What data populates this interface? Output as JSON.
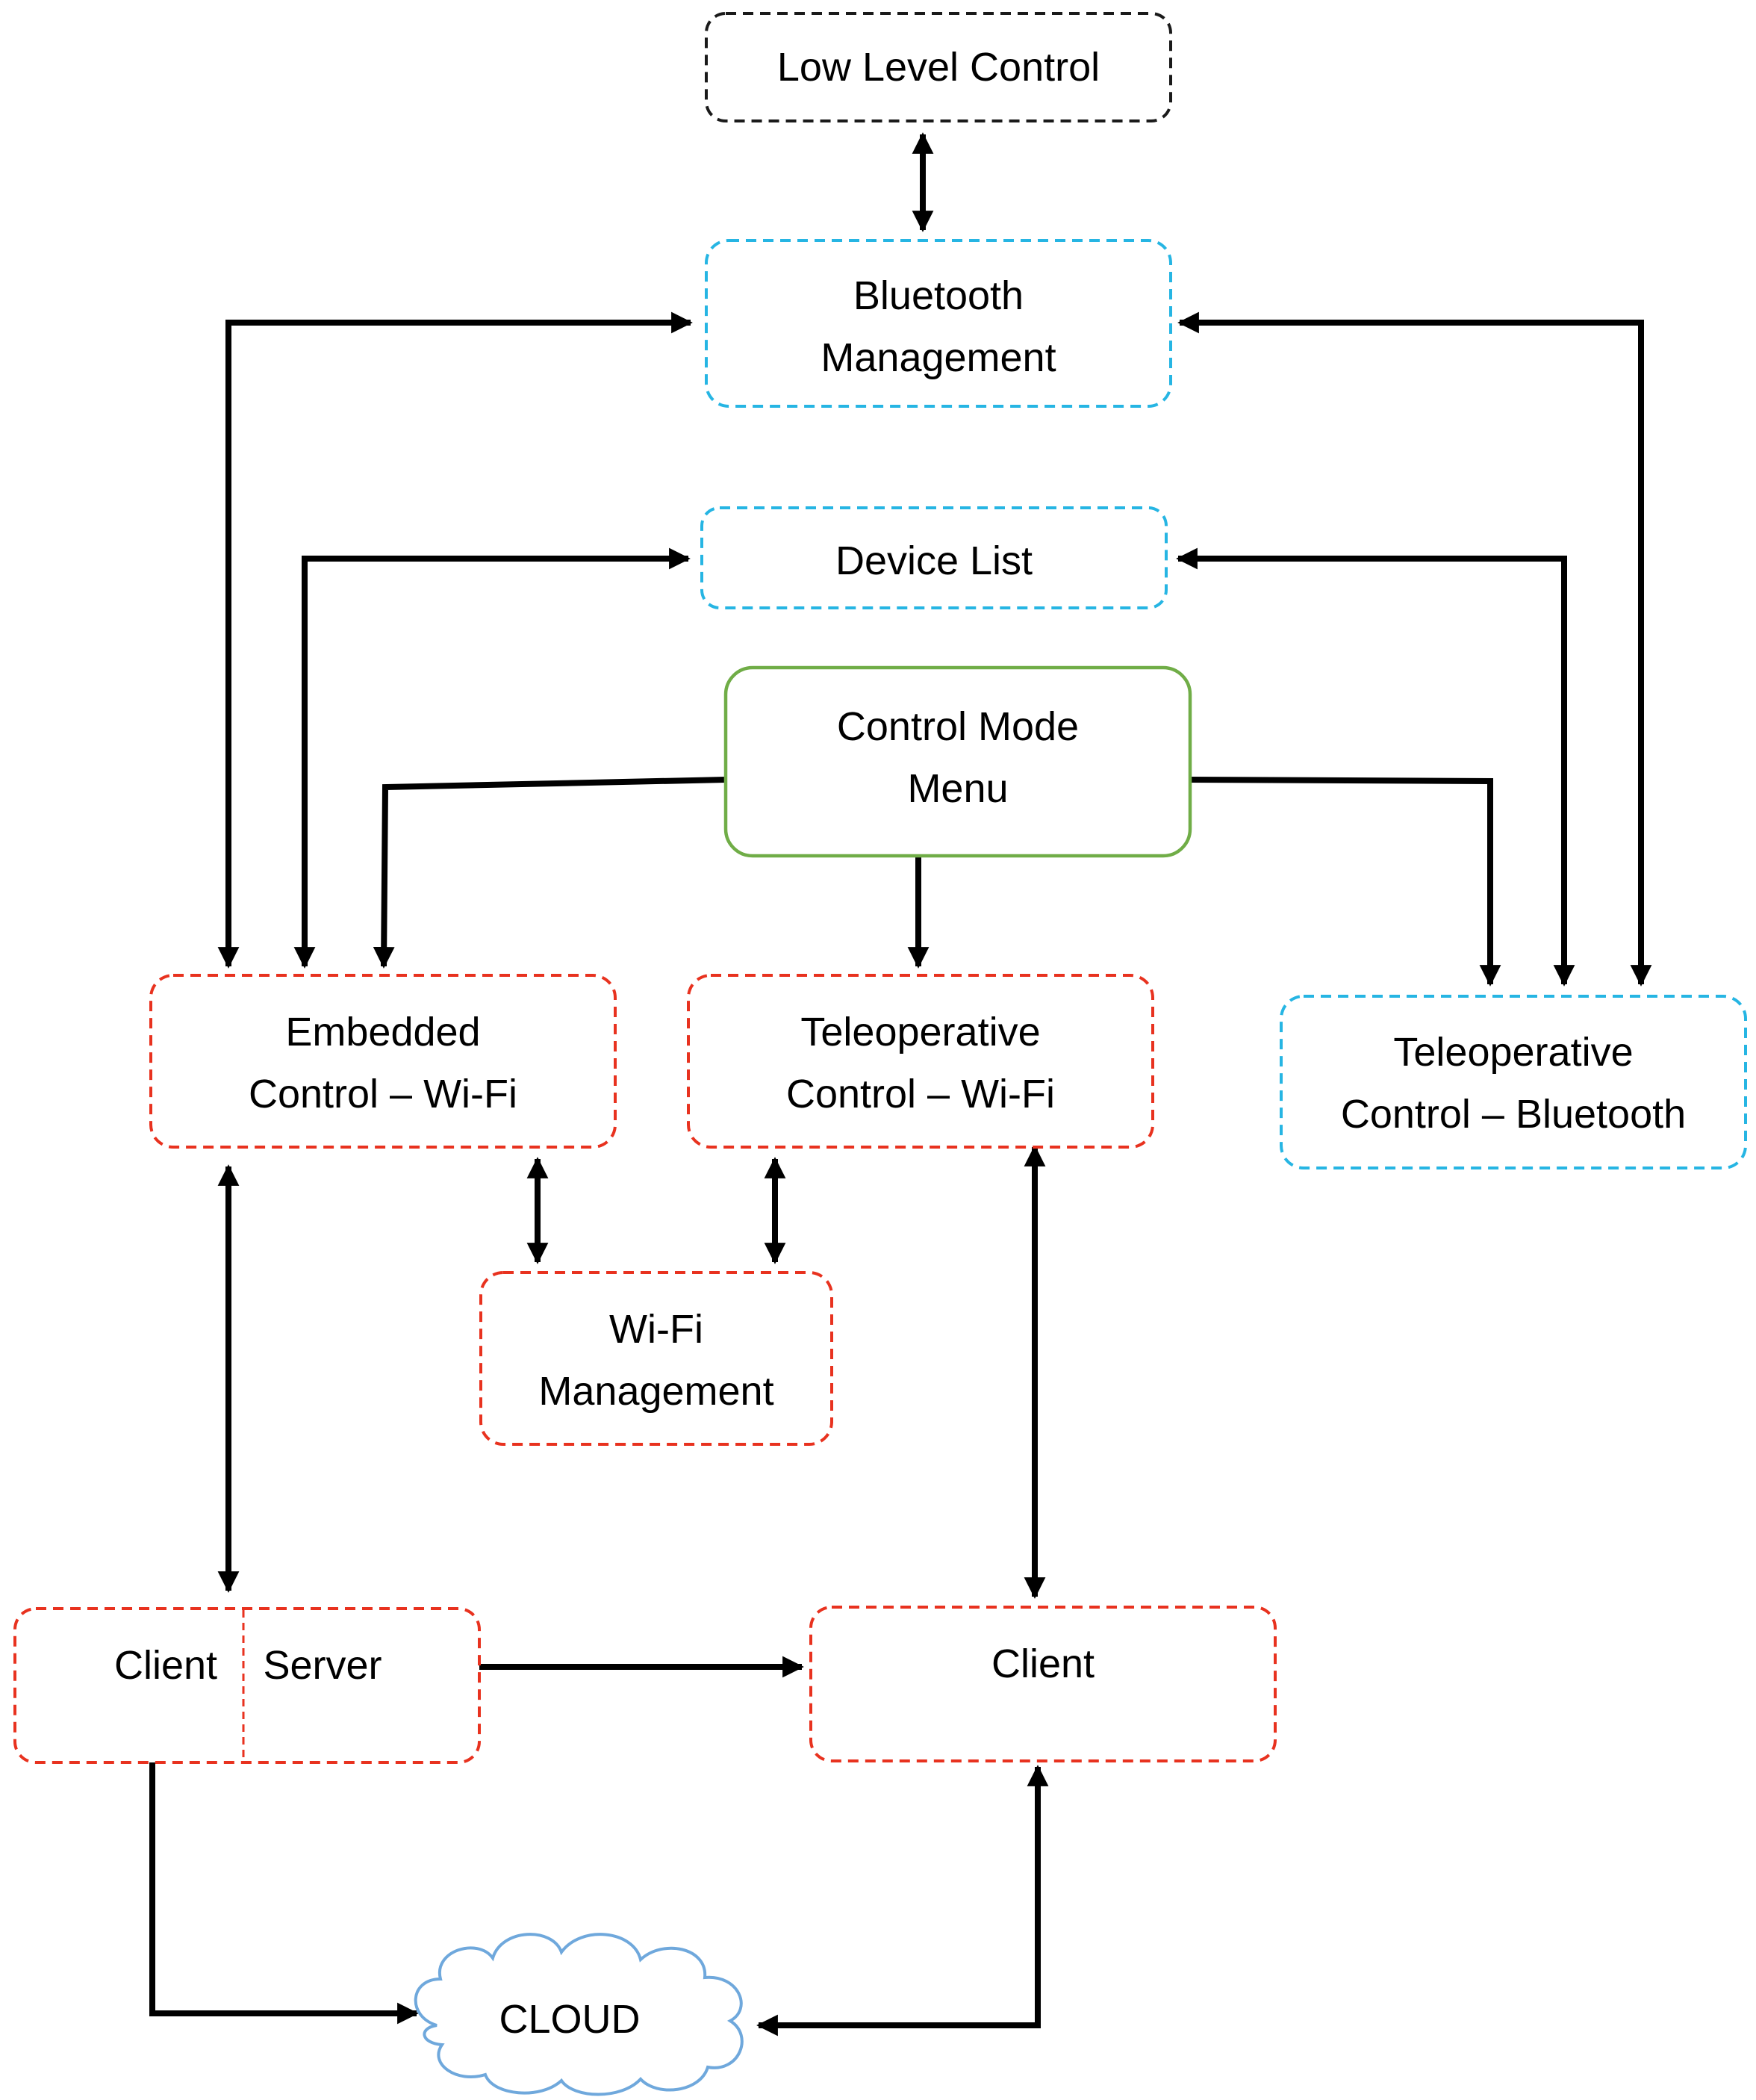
{
  "colors": {
    "black_box": "#1a1a1a",
    "bluetooth_box": "#26b5e3",
    "wifi_box": "#e8321f",
    "menu_box": "#70ad47",
    "cloud": "#6fa8dc",
    "arrow": "#000000"
  },
  "nodes": {
    "low_level_control": {
      "label": "Low Level Control"
    },
    "bluetooth_management": {
      "line1": "Bluetooth",
      "line2": "Management"
    },
    "device_list": {
      "label": "Device List"
    },
    "control_mode_menu": {
      "line1": "Control Mode",
      "line2": "Menu"
    },
    "embedded_control_wifi": {
      "line1": "Embedded",
      "line2": "Control – Wi-Fi"
    },
    "teleoperative_control_wifi": {
      "line1": "Teleoperative",
      "line2": "Control – Wi-Fi"
    },
    "teleoperative_control_bluetooth": {
      "line1": "Teleoperative",
      "line2": "Control – Bluetooth"
    },
    "wifi_management": {
      "line1": "Wi-Fi",
      "line2": "Management"
    },
    "client_server": {
      "client_label": "Client",
      "server_label": "Server"
    },
    "client": {
      "label": "Client"
    },
    "cloud": {
      "label": "CLOUD"
    }
  }
}
